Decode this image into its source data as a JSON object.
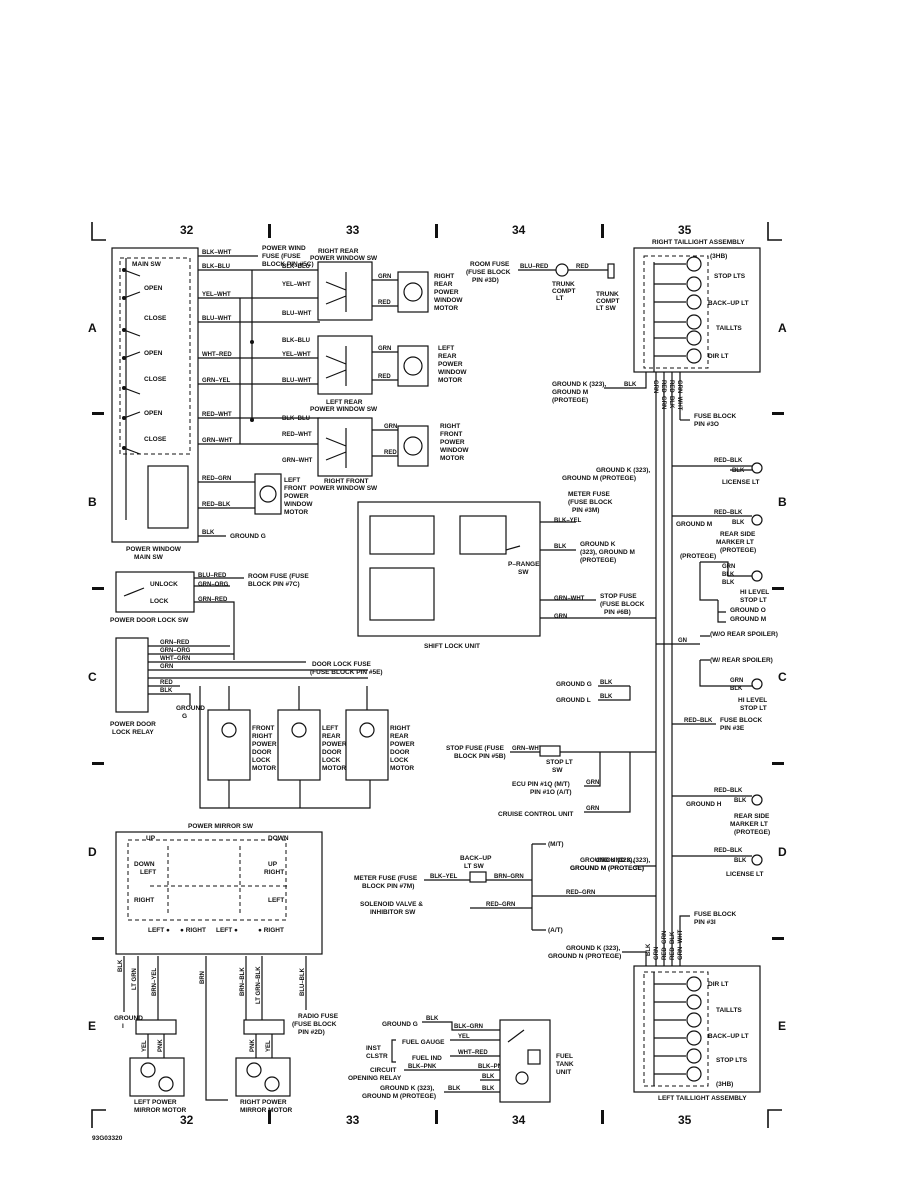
{
  "grid_columns": [
    "32",
    "33",
    "34",
    "35"
  ],
  "grid_rows": [
    "A",
    "B",
    "C",
    "D",
    "E"
  ],
  "footer_code": "93G03320",
  "power_window": {
    "main_sw_label": "MAIN SW",
    "open": "OPEN",
    "close": "CLOSE",
    "title": "POWER WINDOW MAIN SW",
    "fuse": "POWER WIND FUSE (FUSE BLOCK PIN #5C)",
    "ground": "GROUND G",
    "rr_sw": "RIGHT REAR POWER WINDOW SW",
    "rr_motor": "RIGHT REAR POWER WINDOW MOTOR",
    "lr_sw": "LEFT REAR POWER WINDOW SW",
    "lr_motor": "LEFT REAR POWER WINDOW MOTOR",
    "rf_sw": "RIGHT FRONT POWER WINDOW SW",
    "rf_motor": "RIGHT FRONT POWER WINDOW MOTOR",
    "lf_motor": "LEFT FRONT POWER WINDOW MOTOR",
    "wires": [
      "BLK–WHT",
      "BLK–BLU",
      "YEL–WHT",
      "BLU–WHT",
      "WHT–RED",
      "GRN–YEL",
      "RED–WHT",
      "GRN–WHT",
      "RED–GRN",
      "RED–BLK",
      "BLK",
      "GRN",
      "RED"
    ]
  },
  "trunk": {
    "fuse": "ROOM FUSE (FUSE BLOCK PIN #3D)",
    "wire1": "BLU–RED",
    "wire2": "RED",
    "light": "TRUNK COMPT LT",
    "switch": "TRUNK COMPT LT SW"
  },
  "door_lock": {
    "sw_title": "POWER DOOR LOCK SW",
    "unlock": "UNLOCK",
    "lock": "LOCK",
    "fuse": "ROOM FUSE (FUSE BLOCK PIN #7C)",
    "relay": "POWER DOOR LOCK RELAY",
    "lock_fuse": "DOOR LOCK FUSE (FUSE BLOCK PIN #5E)",
    "ground": "GROUND G",
    "motors": [
      "FRONT RIGHT POWER DOOR LOCK MOTOR",
      "LEFT REAR POWER DOOR LOCK MOTOR",
      "RIGHT REAR POWER DOOR LOCK MOTOR"
    ],
    "wires": [
      "BLU–RED",
      "GRN–ORG",
      "GRN–RED",
      "WHT–GRN",
      "GRN",
      "RED",
      "BLK"
    ]
  },
  "shift_lock": {
    "title": "SHIFT LOCK UNIT",
    "prange": "P–RANGE SW",
    "meter_fuse": "METER FUSE (FUSE BLOCK PIN #3M)",
    "ground": "GROUND K (323), GROUND M (PROTEGE)",
    "stop_fuse": "STOP FUSE (FUSE BLOCK PIN #6B)",
    "wires": [
      "BLK–YEL",
      "BLK",
      "GRN–WHT",
      "GRN"
    ]
  },
  "right_tail": {
    "title": "RIGHT TAILLIGHT ASSEMBLY",
    "lamps": [
      "(3HB)",
      "STOP LTS",
      "BACK–UP LT",
      "TAILLTS",
      "DIR LT"
    ],
    "ground": "GROUND K (323), GROUND M (PROTEGE)",
    "fuse": "FUSE BLOCK PIN #3O",
    "wires": [
      "BLK",
      "GRN",
      "RED–GRN",
      "RED–BLK",
      "GRN–WHT"
    ]
  },
  "lamps": {
    "license1_ground": "GROUND K (323), GROUND M (PROTEGE)",
    "license1": "LICENSE LT",
    "rear_marker1_ground": "GROUND M",
    "rear_marker1": "REAR SIDE MARKER LT (PROTEGE)",
    "protege": "(PROTEGE)",
    "hi_stop1": "HI LEVEL STOP LT",
    "ground_o": "GROUND O",
    "ground_m": "GROUND M",
    "wo_spoiler": "(W/O REAR SPOILER)",
    "w_spoiler": "(W/ REAR SPOILER)",
    "hi_stop2": "HI LEVEL STOP LT",
    "fuse_3e": "FUSE BLOCK PIN #3E",
    "rear_marker2_ground": "GROUND H",
    "rear_marker2": "REAR SIDE MARKER LT (PROTEGE)",
    "license2_ground": "GROUND K (323), GROUND M (PROTEGE)",
    "license2": "LICENSE LT",
    "fuse_3i": "FUSE BLOCK PIN #3I",
    "wires": [
      "RED–BLK",
      "BLK",
      "GRN",
      "GN"
    ]
  },
  "stop": {
    "ground_g": "GROUND G",
    "ground_l": "GROUND L",
    "stop_fuse": "STOP FUSE (FUSE BLOCK PIN #5B)",
    "stop_sw": "STOP LT SW",
    "ecu": "ECU PIN #1Q (M/T) PIN #1O (A/T)",
    "cruise": "CRUISE CONTROL UNIT",
    "wires": [
      "BLK",
      "GRN–WHT",
      "GRN"
    ]
  },
  "backup": {
    "mt": "(M/T)",
    "at": "(A/T)",
    "sw": "BACK–UP LT SW",
    "meter_fuse": "METER FUSE (FUSE BLOCK PIN #7M)",
    "ground": "GROUND K (323), GROUND M (PROTEGE)",
    "solenoid": "SOLENOID VALVE & INHIBITOR SW",
    "wires": [
      "BLK–YEL",
      "BRN–GRN",
      "RED–GRN"
    ]
  },
  "left_tail": {
    "title": "LEFT TAILLIGHT ASSEMBLY",
    "lamps": [
      "DIR LT",
      "TAILLTS",
      "BACK–UP LT",
      "STOP LTS",
      "(3HB)"
    ],
    "ground": "GROUND K (323), GROUND N (PROTEGE)",
    "wires": [
      "BLK",
      "GRN",
      "RED–GRN",
      "RED–BLK",
      "GRN–WHT"
    ]
  },
  "mirror": {
    "title": "POWER MIRROR SW",
    "up": "UP",
    "down": "DOWN",
    "left": "LEFT",
    "right": "RIGHT",
    "ground": "GROUND I",
    "radio_fuse": "RADIO FUSE (FUSE BLOCK PIN #2D)",
    "left_motor": "LEFT POWER MIRROR MOTOR",
    "right_motor": "RIGHT POWER MIRROR MOTOR",
    "wires": [
      "BLK",
      "LT GRN",
      "BRN–YEL",
      "BRN",
      "BRN–BLK",
      "LT GRN–BLK",
      "BLU–BLK",
      "YEL",
      "PNK"
    ]
  },
  "fuel": {
    "ground_g": "GROUND G",
    "inst": "INST CLSTR",
    "fuel_gauge": "FUEL GAUGE",
    "fuel_ind": "FUEL IND",
    "relay": "CIRCUIT OPENING RELAY",
    "ground_k": "GROUND K (323) GROUND M (PROTEGE)",
    "unit": "FUEL TANK UNIT",
    "wires": [
      "BLK",
      "BLK–GRN",
      "YEL",
      "WHT–RED",
      "BLK–PNK",
      "BLK"
    ]
  }
}
